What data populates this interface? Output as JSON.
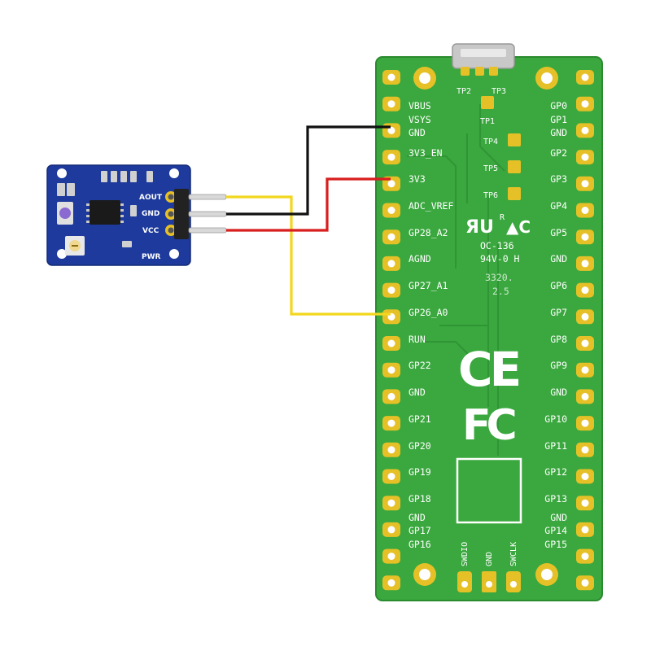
{
  "colors": {
    "pico_board": "#3aa83e",
    "pico_edge": "#2a8a2e",
    "pad_gold": "#e6c027",
    "module_board": "#1d3a9c",
    "wire_gnd": "#111111",
    "wire_vcc": "#d81e1e",
    "wire_signal": "#f2d71e"
  },
  "module": {
    "pins": [
      "AOUT",
      "GND",
      "VCC"
    ],
    "pwr_label": "PWR"
  },
  "pico": {
    "left_labels": [
      "VBUS",
      "VSYS",
      "GND",
      "3V3_EN",
      "3V3",
      "ADC_VREF",
      "GP28_A2",
      "AGND",
      "GP27_A1",
      "GP26_A0",
      "RUN",
      "GP22",
      "GND",
      "GP21",
      "GP20",
      "GP19",
      "GP18",
      "GND",
      "GP17",
      "GP16"
    ],
    "right_labels": [
      "GP0",
      "GP1",
      "GND",
      "GP2",
      "GP3",
      "GP4",
      "GP5",
      "GND",
      "GP6",
      "GP7",
      "GP8",
      "GP9",
      "GND",
      "GP10",
      "GP11",
      "GP12",
      "GP13",
      "GND",
      "GP14",
      "GP15"
    ],
    "testpoints": [
      "TP2",
      "TP3",
      "TP1",
      "TP4",
      "TP5",
      "TP6"
    ],
    "debug_labels": [
      "SWDIO",
      "GND",
      "SWCLK"
    ],
    "marks": {
      "ul": "R",
      "rating_line1": "OC-136",
      "rating_line2": "94V-0 H",
      "date_line1": "3320.",
      "date_line2": "2.5",
      "ce": "CE",
      "fcc": "FC"
    }
  },
  "connections": [
    {
      "from": "GND",
      "to": "GND",
      "wire": "black"
    },
    {
      "from": "VCC",
      "to": "3V3",
      "wire": "red"
    },
    {
      "from": "AOUT",
      "to": "GP26_A0",
      "wire": "yellow"
    }
  ]
}
